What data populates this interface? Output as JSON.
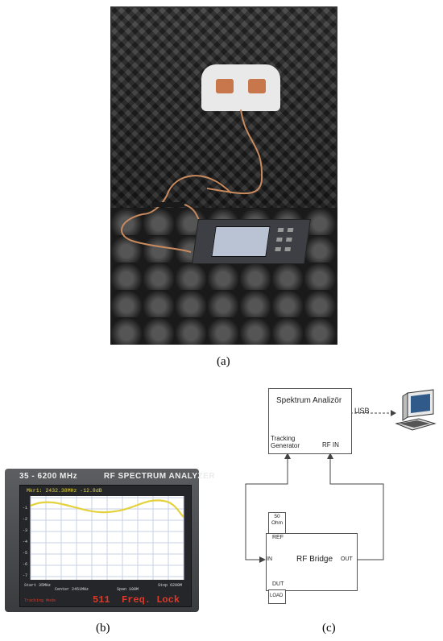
{
  "captions": {
    "a": "(a)",
    "b": "(b)",
    "c": "(c)"
  },
  "analyzer_screen": {
    "header_left": "35 - 6200 MHz",
    "header_right": "RF SPECTRUM ANALYZER",
    "marker": "Mkr1: 2432.38MHz -12.8dB",
    "bottom": {
      "start": "Start 35MHz",
      "center": "Center 2451MHz",
      "span": "Span 100M",
      "stop": "Stop 6200M",
      "tracking": "Tracking Mode",
      "freq_lock": "511  Freq. Lock"
    },
    "trace_color": "#e3d23c",
    "grid_color": "#c9d2e6",
    "plot_background": "#ffffff"
  },
  "diagram": {
    "spectrum_analyzer": "Spektrum Analizör",
    "tracking_generator_line1": "Tracking",
    "tracking_generator_line2": "Generator",
    "rf_in": "RF IN",
    "usb": "USB",
    "rf_bridge": "RF Bridge",
    "in": "IN",
    "out": "OUT",
    "ref": "REF",
    "dut": "DUT",
    "load": "LOAD",
    "ohm_line1": "50",
    "ohm_line2": "Ohm"
  }
}
